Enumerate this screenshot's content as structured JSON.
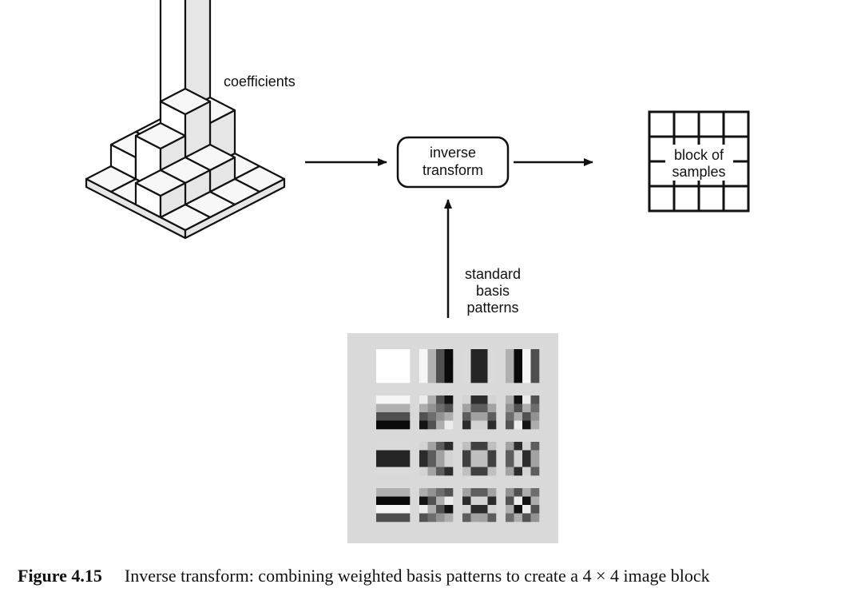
{
  "labels": {
    "coefficients": "coefficients",
    "inverse_transform": [
      "inverse",
      "transform"
    ],
    "block_of_samples": [
      "block of",
      "samples"
    ],
    "standard_basis_patterns": [
      "standard",
      "basis",
      "patterns"
    ]
  },
  "caption": {
    "number": "Figure 4.15",
    "text": "Inverse transform: combining weighted basis patterns to create a 4 × 4 image block"
  },
  "colors": {
    "stroke": "#111111",
    "bar_front": "#ffffff",
    "bar_side": "#e6e6e6",
    "bar_top": "#f7f7f7",
    "basis_panel": "#d9d9d9"
  },
  "coefficient_heights": [
    [
      9,
      2,
      0,
      0
    ],
    [
      1,
      3,
      1,
      0
    ],
    [
      1,
      2,
      1,
      0
    ],
    [
      0,
      0,
      1,
      0
    ]
  ]
}
